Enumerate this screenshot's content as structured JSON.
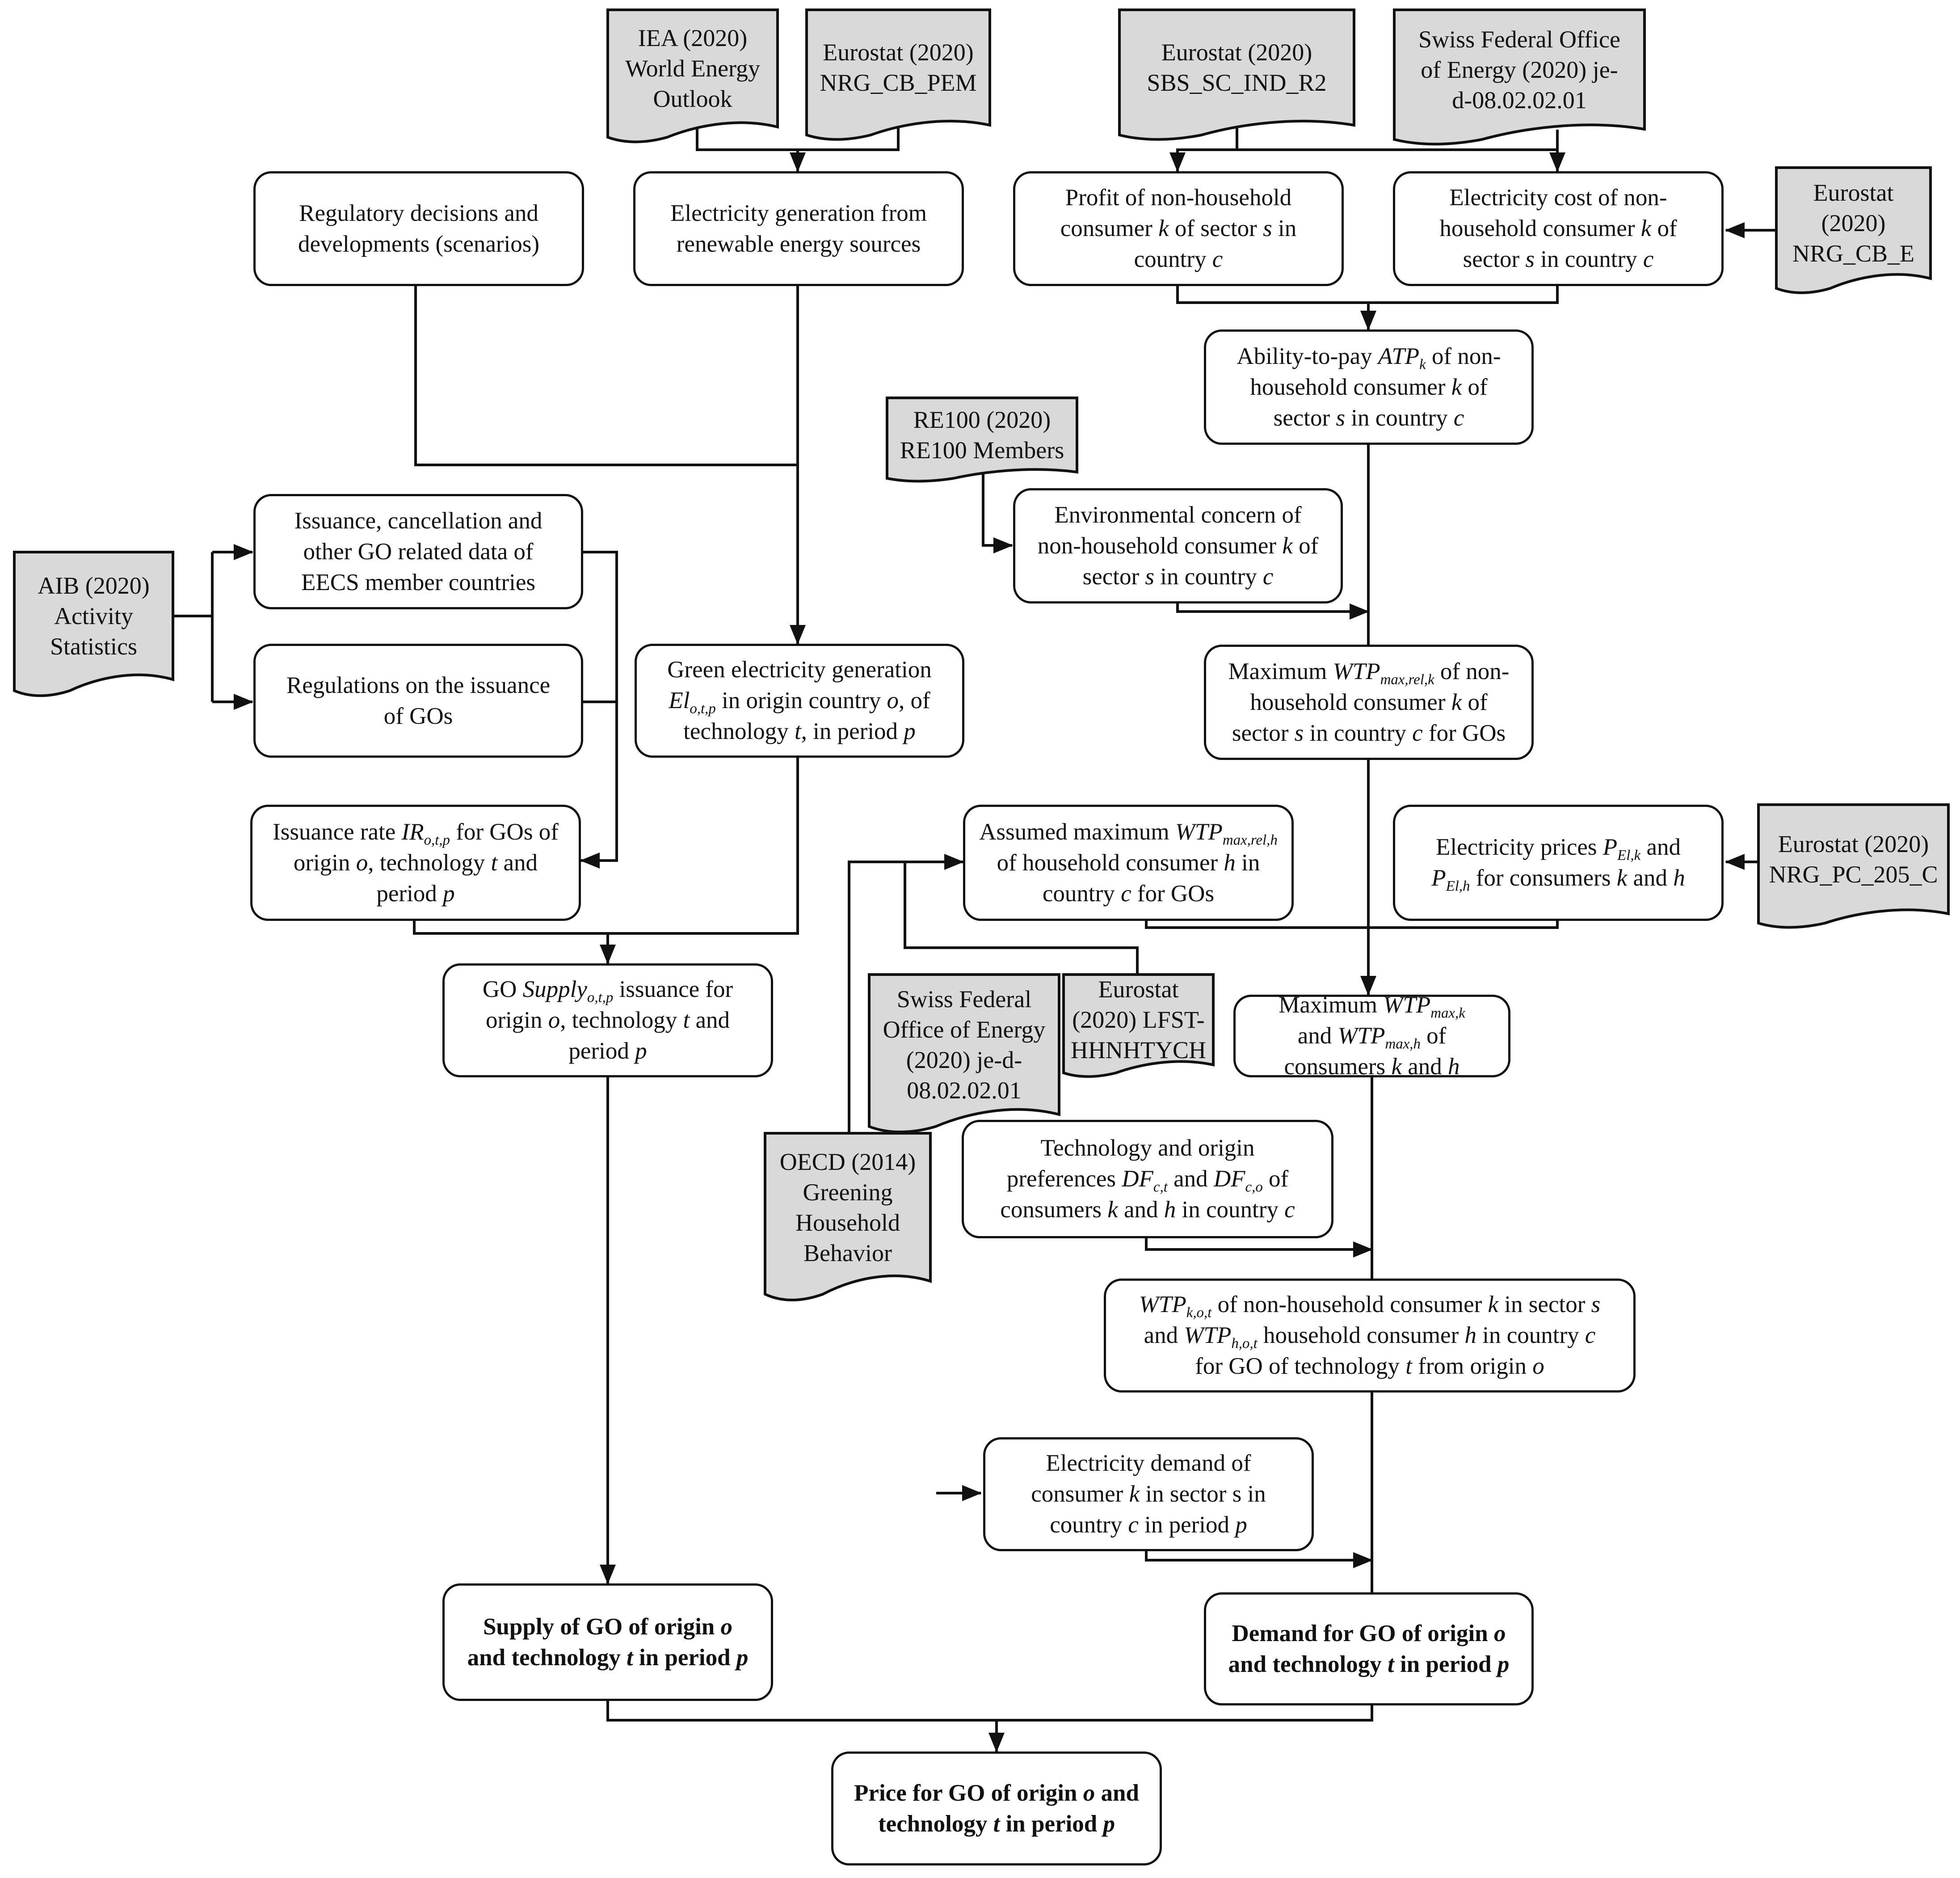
{
  "nodes": {
    "regulatory": {
      "lines": [
        "Regulatory decisions and",
        "developments (scenarios)"
      ]
    },
    "elec_gen_res": {
      "lines": [
        "Electricity generation from",
        "renewable energy sources"
      ]
    },
    "profit": {
      "lines": [
        "Profit of non-household",
        "consumer {i:k} of sector {i:s} in",
        "country {i:c}"
      ]
    },
    "elec_cost": {
      "lines": [
        "Electricity cost of non-",
        "household consumer {i:k} of",
        "sector {i:s} in country {i:c}"
      ]
    },
    "atp": {
      "lines": [
        "Ability-to-pay {i:ATP}{sub:k} of non-",
        "household consumer {i:k} of",
        "sector {i:s} in country {i:c}"
      ]
    },
    "issuance_data": {
      "lines": [
        "Issuance, cancellation and",
        "other GO related data of",
        "EECS member countries"
      ]
    },
    "env_concern": {
      "lines": [
        "Environmental concern of",
        "non-household consumer {i:k} of",
        "sector {i:s} in country {i:c}"
      ]
    },
    "regulations": {
      "lines": [
        "Regulations on the issuance",
        "of GOs"
      ]
    },
    "green_gen": {
      "lines": [
        "Green electricity generation",
        "{i:El}{sub:o,t,p} in origin country {i:o}, of",
        "technology {i:t}, in period {i:p}"
      ]
    },
    "max_wtp_rel_k": {
      "lines": [
        "Maximum {i:WTP}{sub:max,rel,k} of non-",
        "household consumer {i:k} of",
        "sector {i:s} in country {i:c} for GOs"
      ]
    },
    "issuance_rate": {
      "lines": [
        "Issuance rate {i:IR}{sub:o,t,p} for GOs of",
        "origin {i:o}, technology {i:t} and",
        "period {i:p}"
      ]
    },
    "assumed_max": {
      "lines": [
        "Assumed maximum {i:WTP}{sub:max,rel,h}",
        "of  household consumer {i:h} in",
        "country {i:c} for GOs"
      ]
    },
    "elec_prices": {
      "lines": [
        "Electricity prices {i:P}{sub:El,k} and",
        "{i:P}{sub:El,h} for consumers {i:k} and {i:h}"
      ]
    },
    "go_supply": {
      "lines": [
        "GO {i:Supply}{sub:o,t,p} issuance for",
        "origin {i:o}, technology {i:t} and",
        "period {i:p}"
      ]
    },
    "max_wtp": {
      "lines": [
        "Maximum {i:WTP}{sub:max,k}",
        "and {i:WTP}{sub:max,h} of",
        "consumers {i:k} and {i:h}"
      ]
    },
    "tech_origin": {
      "lines": [
        "Technology and origin",
        "preferences {i:DF}{sub:c,t} and {i:DF}{sub:c,o} of",
        "consumers {i:k} and {i:h} in country {i:c}"
      ]
    },
    "wtp_kot": {
      "lines": [
        "{i:WTP}{sub:k,o,t} of non-household consumer {i:k} in sector {i:s}",
        "and {i:WTP}{sub:h,o,t} household consumer {i:h} in country {i:c}",
        "for GO of technology {i:t} from origin {i:o}"
      ]
    },
    "elec_demand": {
      "lines": [
        "Electricity demand of",
        "consumer {i:k} in sector s in",
        "country {i:c} in period {i:p}"
      ]
    },
    "supply_go": {
      "lines": [
        "Supply of GO of origin {i:o}",
        "and technology {i:t} in period {i:p}"
      ]
    },
    "demand_go": {
      "lines": [
        "Demand for GO of origin {i:o}",
        "and technology {i:t} in period {i:p}"
      ]
    },
    "price_go": {
      "lines": [
        "Price for GO of origin {i:o} and",
        "technology {i:t} in period {i:p}"
      ]
    }
  },
  "sources": {
    "iea": {
      "lines": [
        "IEA (2020)",
        "World Energy",
        "Outlook"
      ]
    },
    "eurostat_pem": {
      "lines": [
        "Eurostat (2020)",
        "NRG_CB_PEM"
      ]
    },
    "eurostat_sbs": {
      "lines": [
        "Eurostat (2020)",
        "SBS_SC_IND_R2"
      ]
    },
    "swiss_top": {
      "lines": [
        "Swiss Federal Office",
        "of Energy (2020) je-",
        "d-08.02.02.01"
      ]
    },
    "eurostat_cbe": {
      "lines": [
        "Eurostat",
        "(2020)",
        "NRG_CB_E"
      ]
    },
    "re100": {
      "lines": [
        "RE100 (2020)",
        "RE100 Members"
      ]
    },
    "aib": {
      "lines": [
        "AIB (2020)",
        "Activity",
        "Statistics"
      ]
    },
    "eurostat_pc": {
      "lines": [
        "Eurostat (2020)",
        "NRG_PC_205_C"
      ]
    },
    "swiss_mid": {
      "lines": [
        "Swiss Federal",
        "Office of Energy",
        "(2020) je-d-",
        "08.02.02.01"
      ]
    },
    "eurostat_lfst": {
      "lines": [
        "Eurostat",
        "(2020) LFST-",
        "HHNHTYCH"
      ]
    },
    "oecd": {
      "lines": [
        "OECD (2014)",
        "Greening",
        "Household",
        "Behavior"
      ]
    }
  }
}
